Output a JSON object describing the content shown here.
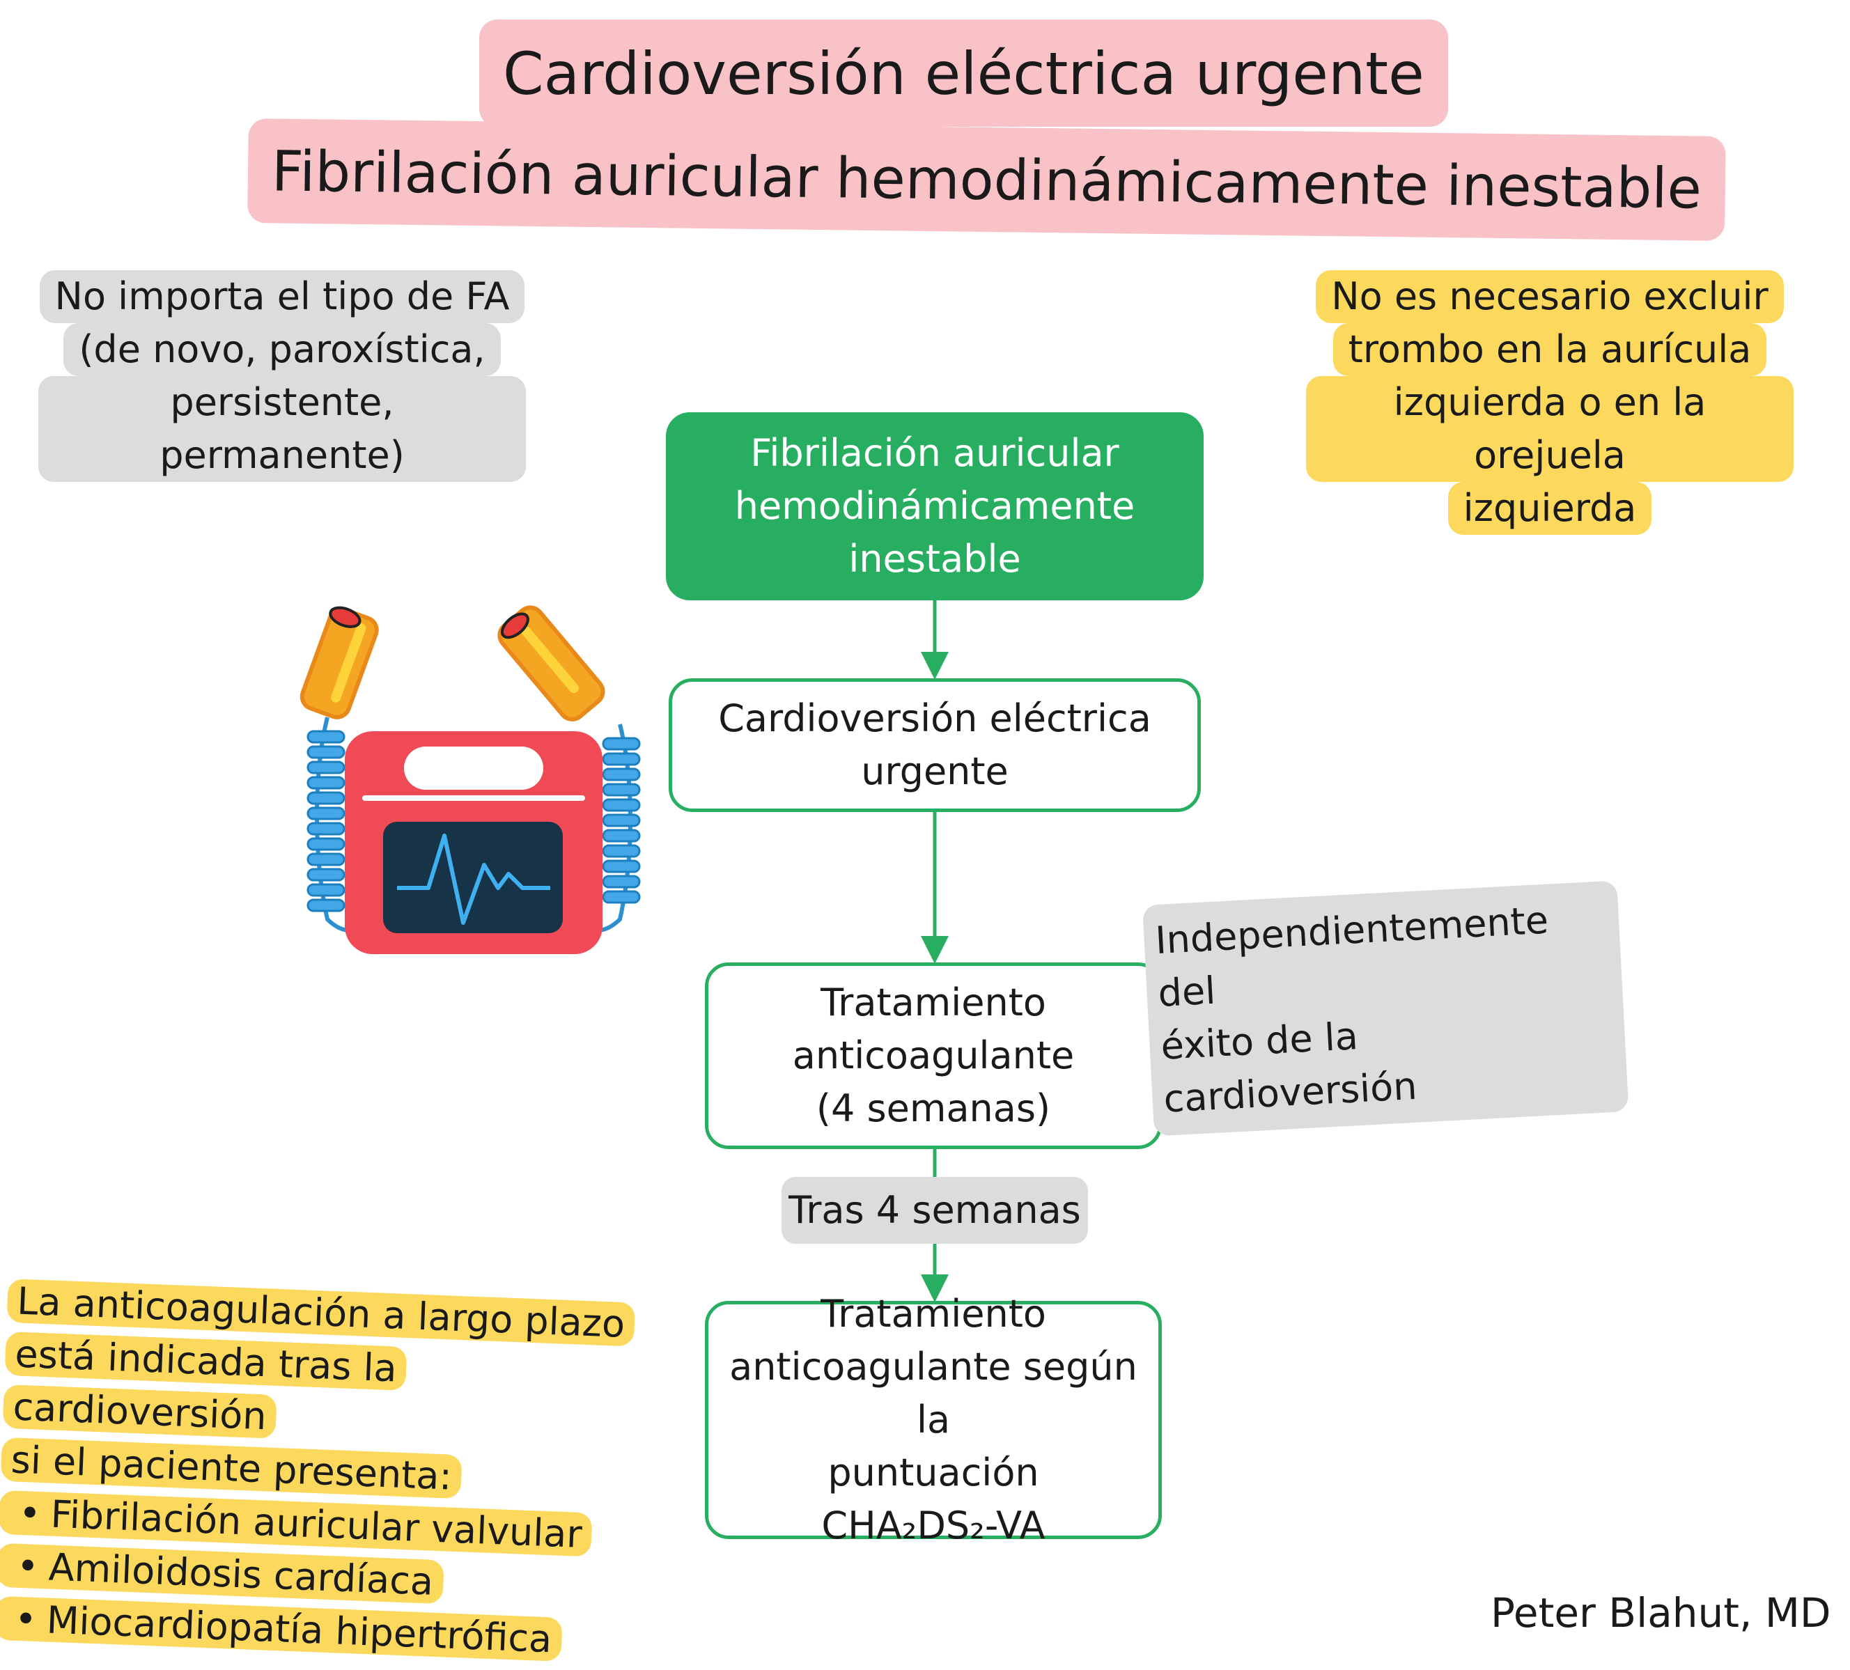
{
  "titles": {
    "main": "Cardioversión eléctrica urgente",
    "sub": "Fibrilación auricular hemodinámicamente inestable"
  },
  "notes": {
    "left": [
      "No importa el tipo de FA",
      "(de novo, paroxística,",
      "persistente, permanente)"
    ],
    "right": [
      "No es necesario excluir",
      "trombo en la aurícula",
      "izquierda o en la orejuela",
      "izquierda"
    ],
    "independent": [
      "Independientemente del",
      "éxito de la cardioversión"
    ],
    "after": "Tras 4 semanas",
    "longterm": {
      "lines": [
        "La anticoagulación a largo plazo",
        "está indicada tras la cardioversión",
        "si el paciente presenta:"
      ],
      "bullets": [
        "Fibrilación auricular valvular",
        "Amiloidosis cardíaca",
        "Miocardiopatía hipertrófica"
      ]
    }
  },
  "flow": {
    "step1": [
      "Fibrilación auricular",
      "hemodinámicamente",
      "inestable"
    ],
    "step2": [
      "Cardioversión eléctrica",
      "urgente"
    ],
    "step3": [
      "Tratamiento",
      "anticoagulante",
      "(4 semanas)"
    ],
    "step4": [
      "Tratamiento",
      "anticoagulante según la",
      "puntuación",
      "CHA₂DS₂-VA"
    ]
  },
  "author": "Peter Blahut, MD",
  "icons": {
    "illustration": "defibrillator-icon"
  },
  "colors": {
    "title_bg": "#f9c2c7",
    "gray_note": "#dcdcdc",
    "yellow_note": "#fcd95c",
    "green": "#27ae60"
  }
}
